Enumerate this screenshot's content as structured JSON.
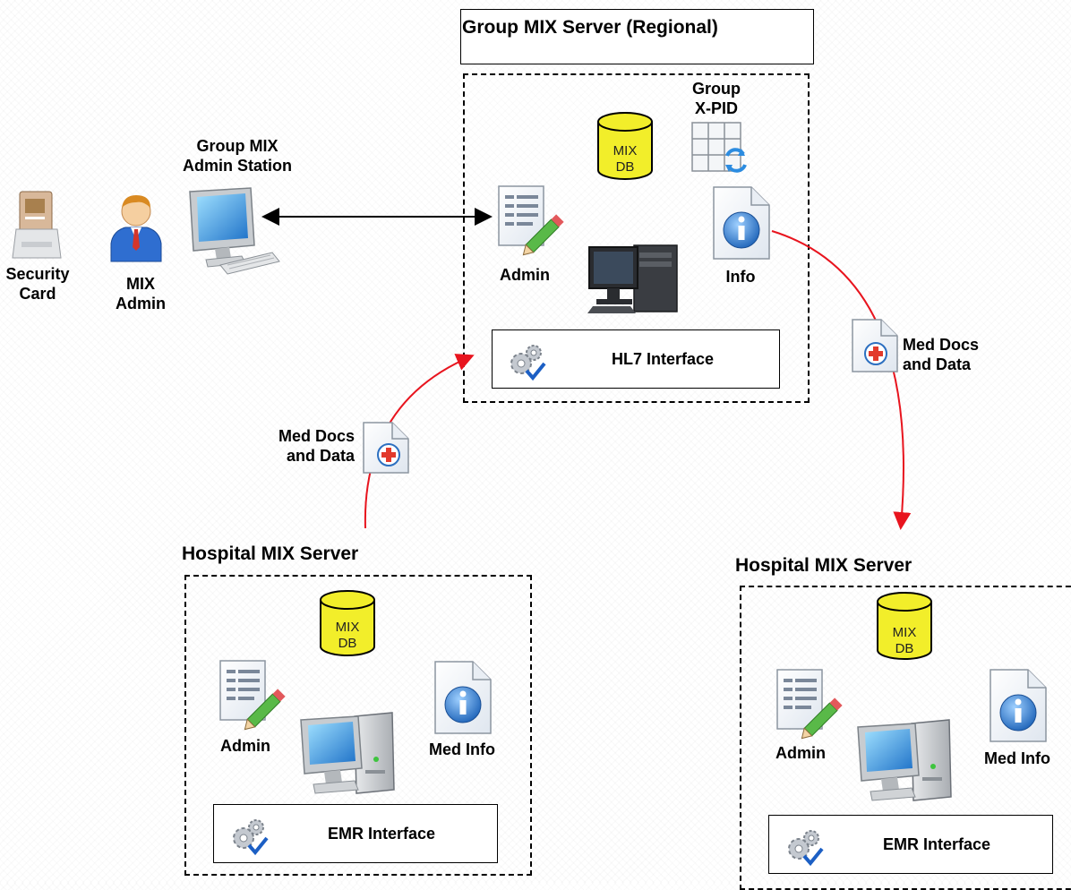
{
  "regional": {
    "title": "Group MIX Server (Regional)",
    "db_label_1": "MIX",
    "db_label_2": "DB",
    "xpid_label_1": "Group",
    "xpid_label_2": "X-PID",
    "admin_label": "Admin",
    "info_label": "Info",
    "interface_label": "HL7 Interface"
  },
  "admin_station": {
    "label_1": "Group MIX",
    "label_2": "Admin Station",
    "security_card_1": "Security",
    "security_card_2": "Card",
    "mix_admin_1": "MIX",
    "mix_admin_2": "Admin"
  },
  "flows": {
    "left_doc_1": "Med Docs",
    "left_doc_2": "and Data",
    "right_doc_1": "Med Docs",
    "right_doc_2": "and Data"
  },
  "hospital_left": {
    "title": "Hospital MIX Server",
    "db_label_1": "MIX",
    "db_label_2": "DB",
    "admin_label": "Admin",
    "info_label": "Med Info",
    "interface_label": "EMR Interface"
  },
  "hospital_right": {
    "title": "Hospital MIX Server",
    "db_label_1": "MIX",
    "db_label_2": "DB",
    "admin_label": "Admin",
    "info_label": "Med Info",
    "interface_label": "EMR Interface"
  },
  "colors": {
    "db_fill": "#f2ee2a",
    "flow_red": "#e8141e",
    "doc_blue": "#2c6fc0",
    "medical_red": "#e23a2c"
  }
}
